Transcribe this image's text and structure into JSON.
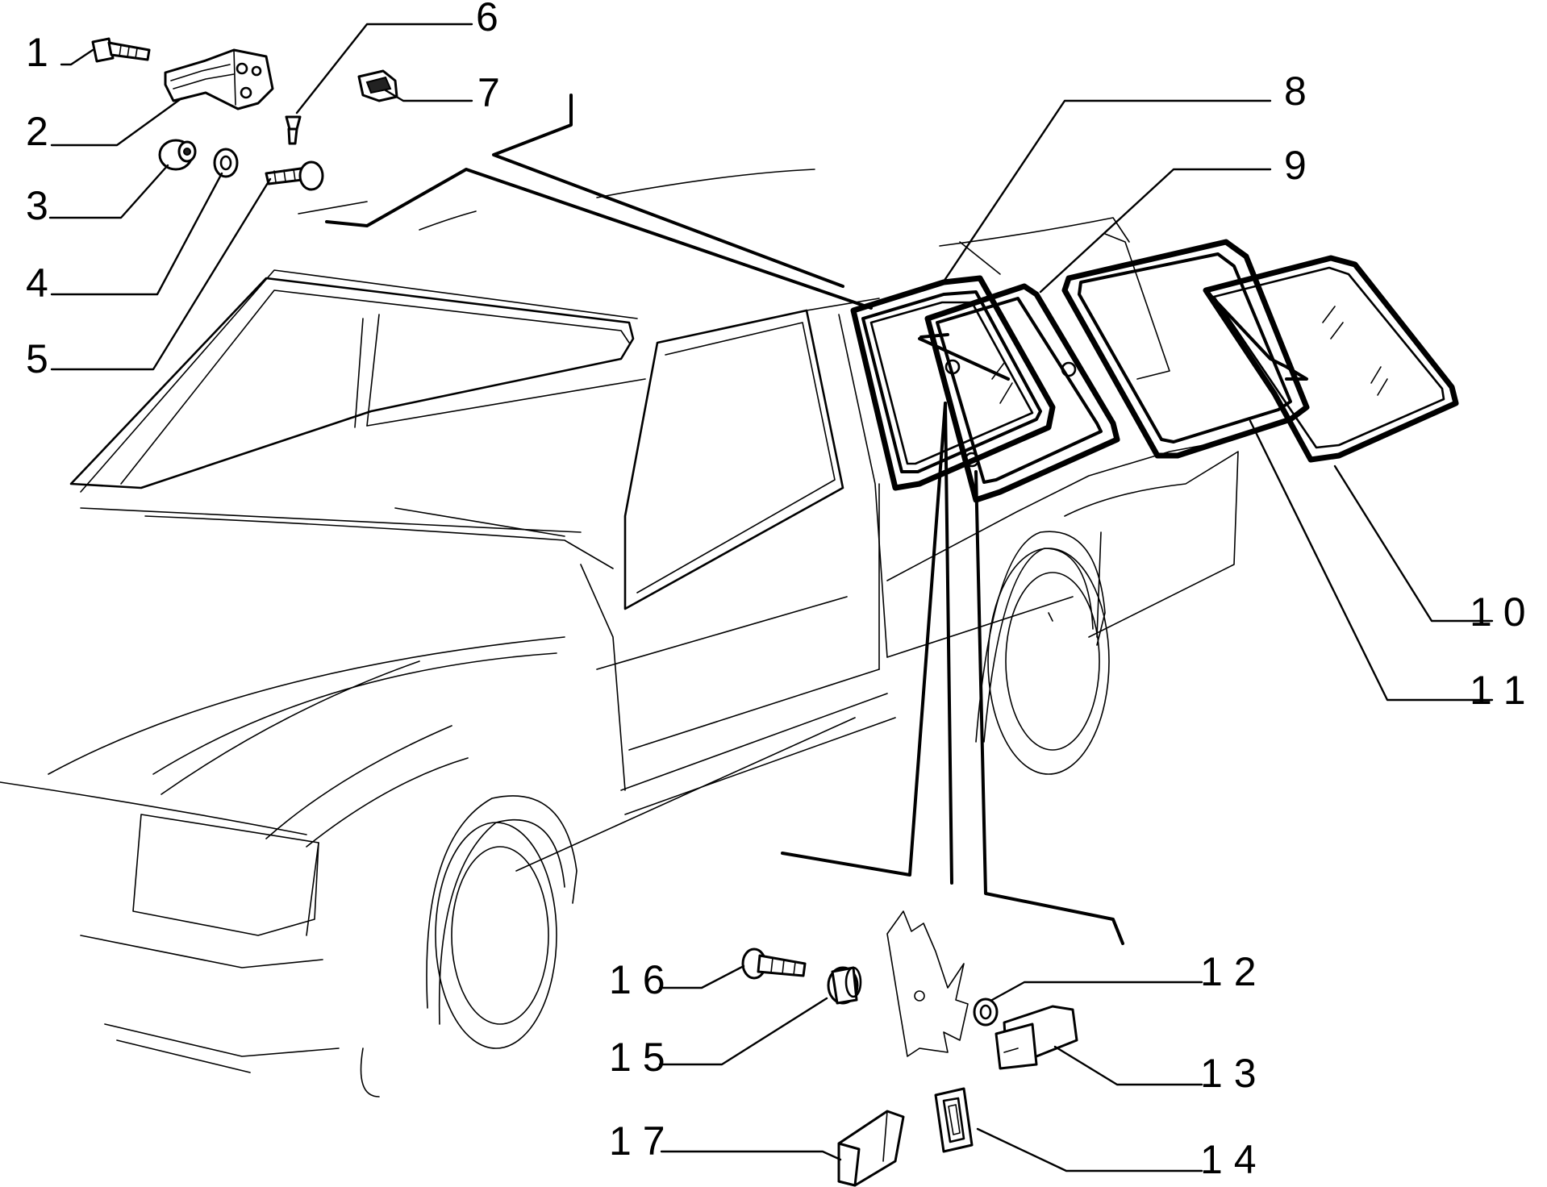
{
  "diagram": {
    "callouts": [
      {
        "id": "1",
        "label": "1"
      },
      {
        "id": "2",
        "label": "2"
      },
      {
        "id": "3",
        "label": "3"
      },
      {
        "id": "4",
        "label": "4"
      },
      {
        "id": "5",
        "label": "5"
      },
      {
        "id": "6",
        "label": "6"
      },
      {
        "id": "7",
        "label": "7"
      },
      {
        "id": "8",
        "label": "8"
      },
      {
        "id": "9",
        "label": "9"
      },
      {
        "id": "10",
        "label": "1 0"
      },
      {
        "id": "11",
        "label": "1 1"
      },
      {
        "id": "12",
        "label": "1 2"
      },
      {
        "id": "13",
        "label": "1 3"
      },
      {
        "id": "14",
        "label": "1 4"
      },
      {
        "id": "15",
        "label": "1 5"
      },
      {
        "id": "16",
        "label": "1 6"
      },
      {
        "id": "17",
        "label": "1 7"
      }
    ],
    "colors": {
      "ink": "#000000",
      "paper": "#ffffff"
    }
  }
}
